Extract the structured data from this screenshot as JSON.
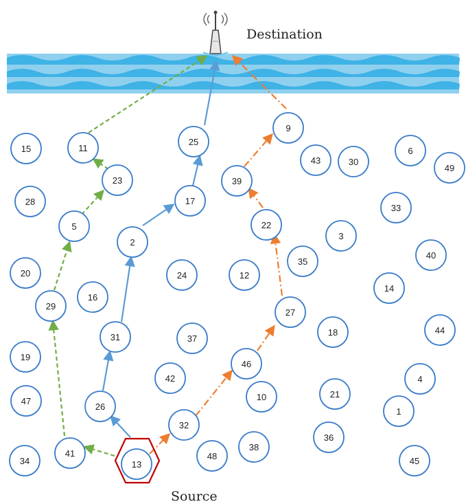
{
  "labels": {
    "destination": "Destination",
    "source": "Source"
  },
  "colors": {
    "node_stroke": "#3b7cc9",
    "blue_path": "#5b9bd5",
    "green_path": "#70ad47",
    "orange_path": "#ed7d31",
    "source_hexagon": "#c00000",
    "water_light": "#8fd0ee",
    "water_dark": "#3fb2e6"
  },
  "icons": {
    "destination": "sink-antenna-icon",
    "water": "sea-surface-waves"
  },
  "nodes": [
    "15",
    "11",
    "23",
    "28",
    "5",
    "20",
    "29",
    "16",
    "19",
    "47",
    "34",
    "41",
    "13",
    "26",
    "31",
    "2",
    "17",
    "25",
    "24",
    "37",
    "42",
    "32",
    "48",
    "38",
    "10",
    "46",
    "12",
    "27",
    "22",
    "39",
    "9",
    "43",
    "30",
    "35",
    "3",
    "18",
    "21",
    "36",
    "14",
    "40",
    "44",
    "4",
    "1",
    "45",
    "6",
    "49",
    "33"
  ],
  "paths": [
    {
      "style": "solid",
      "color_key": "blue_path",
      "hops": [
        "13",
        "26",
        "31",
        "2",
        "17",
        "25",
        "Destination"
      ]
    },
    {
      "style": "dashed",
      "color_key": "green_path",
      "hops": [
        "13",
        "41",
        "29",
        "5",
        "23",
        "11",
        "Destination"
      ]
    },
    {
      "style": "dash-dot",
      "color_key": "orange_path",
      "hops": [
        "13",
        "32",
        "46",
        "27",
        "22",
        "39",
        "9",
        "Destination"
      ]
    }
  ]
}
